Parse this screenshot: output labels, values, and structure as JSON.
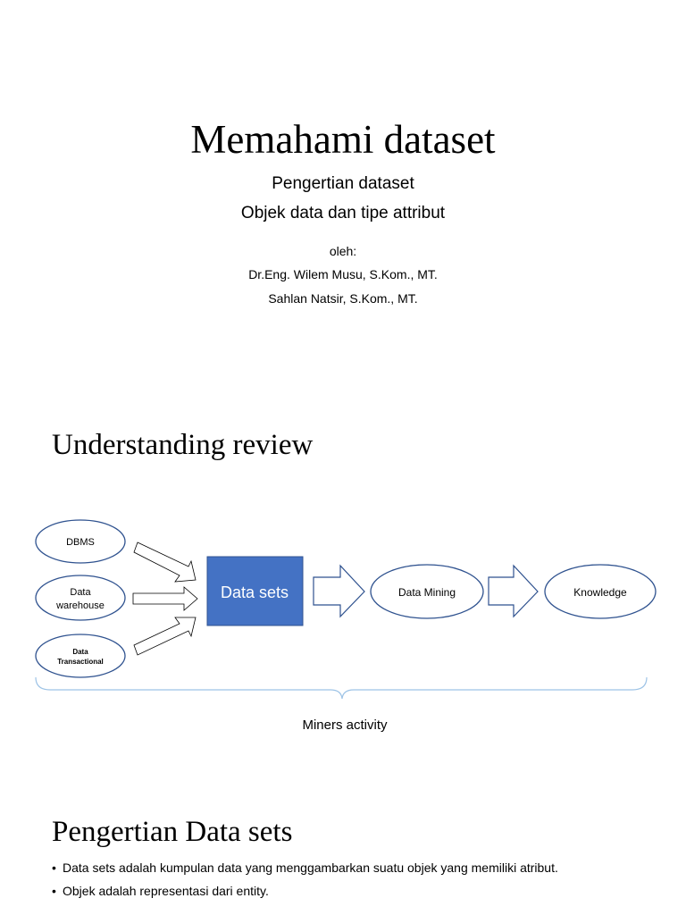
{
  "slide1": {
    "title": "Memahami dataset",
    "subtitle_lines": [
      "Pengertian dataset",
      "Objek data dan tipe attribut"
    ],
    "author_label": "oleh:",
    "authors": [
      "Dr.Eng. Wilem Musu, S.Kom., MT.",
      "Sahlan Natsir, S.Kom., MT."
    ]
  },
  "slide2": {
    "heading": "Understanding review",
    "sources": {
      "dbms": "DBMS",
      "warehouse_line1": "Data",
      "warehouse_line2": "warehouse",
      "transactional_line1": "Data",
      "transactional_line2": "Transactional"
    },
    "datasets_label": "Data sets",
    "mining_label": "Data Mining",
    "knowledge_label": "Knowledge",
    "brace_label": "Miners activity",
    "colors": {
      "datasets_fill": "#4472c4",
      "datasets_stroke": "#2f528f",
      "shape_stroke": "#2f528f"
    }
  },
  "slide3": {
    "heading": "Pengertian Data sets",
    "bullets": [
      "Data sets adalah kumpulan data yang menggambarkan suatu objek yang memiliki atribut.",
      "Objek adalah representasi dari entity."
    ]
  }
}
